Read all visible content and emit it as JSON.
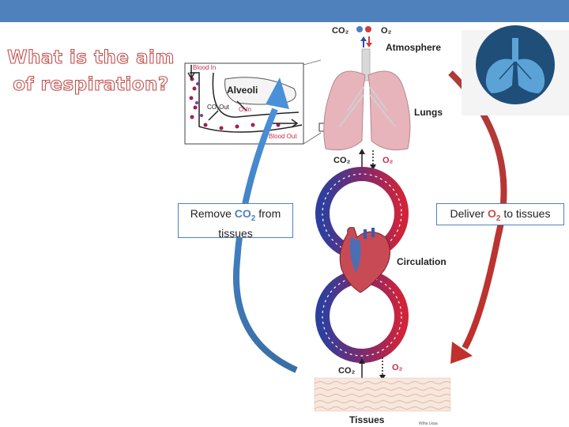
{
  "slide": {
    "title_line1": "What is the aim",
    "title_line2": "of respiration?"
  },
  "callouts": {
    "remove": {
      "prefix": "Remove ",
      "gas": "CO",
      "sub": "2",
      "suffix": " from",
      "line2": "tissues",
      "gas_color": "#4f81bd"
    },
    "deliver": {
      "prefix": "Deliver ",
      "gas": "O",
      "sub": "2",
      "suffix": " to tissues",
      "gas_color": "#c0504d"
    }
  },
  "inset": {
    "blood_in": "Blood In",
    "alveoli": "Alveoli",
    "co2_out": "CO₂Out",
    "o2_in": "O₂In",
    "blood_out": "Blood Out"
  },
  "diagram": {
    "co2_top": "CO₂",
    "o2_top": "O₂",
    "atmosphere": "Atmosphere",
    "lungs": "Lungs",
    "co2_mid": "CO₂",
    "o2_mid": "O₂",
    "circulation": "Circulation",
    "co2_bottom": "CO₂",
    "o2_bottom": "O₂",
    "tissues": "Tissues",
    "credit": "Wiha Lkaa"
  },
  "colors": {
    "banner": "#4f81bd",
    "title_outline": "#c0504d",
    "blue_arrow": "#4f81bd",
    "red_arrow": "#c0504d",
    "lung_tissue": "#e8b4bc",
    "icon_bg": "#1f4e79",
    "icon_lungs": "#5ba3d6"
  },
  "icons": [
    "lungs-icon",
    "heart-icon"
  ]
}
